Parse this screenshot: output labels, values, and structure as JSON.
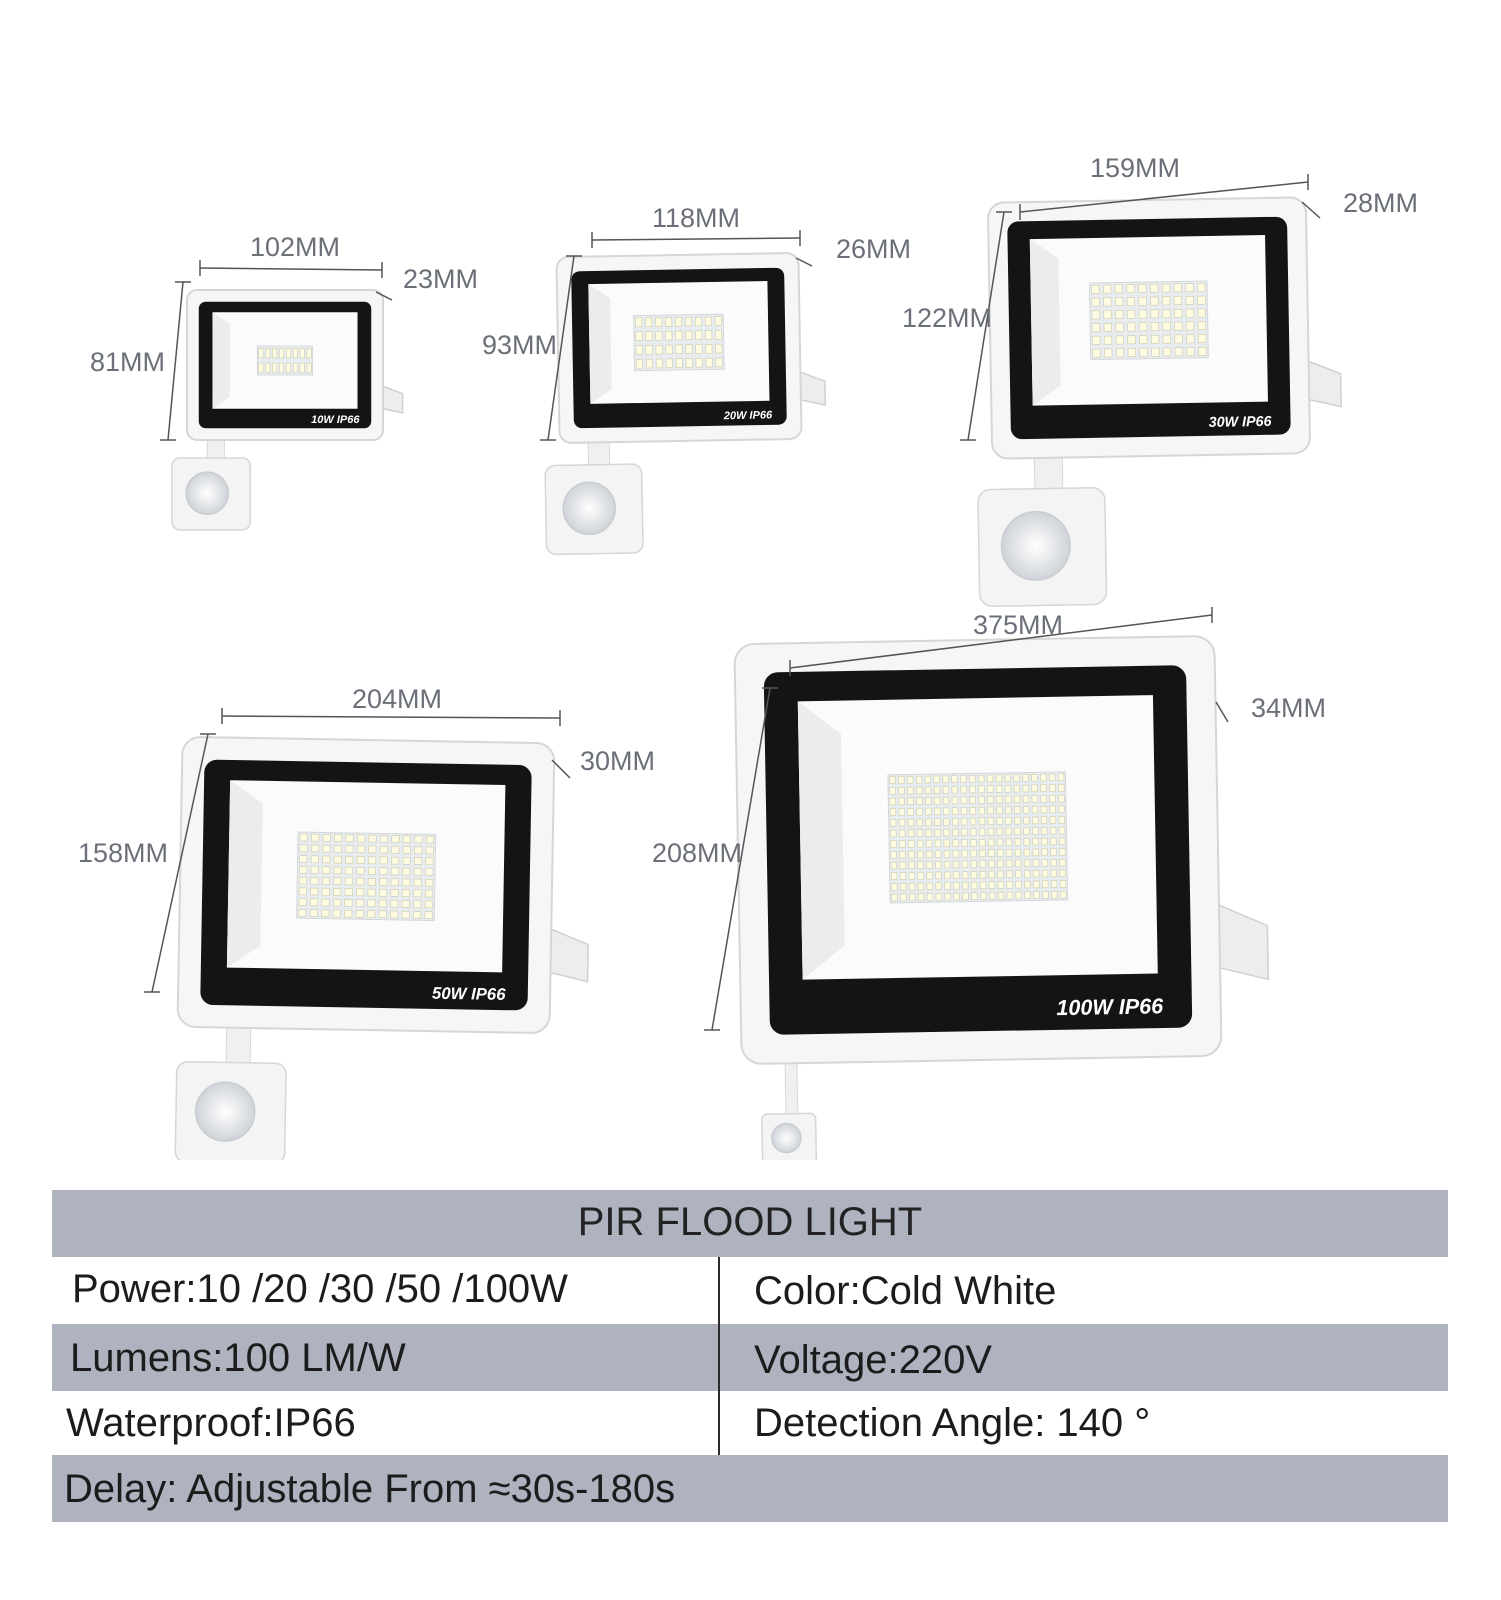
{
  "lights": [
    {
      "wattage_label": "10W  IP66",
      "width": "102MM",
      "height": "81MM",
      "depth": "23MM"
    },
    {
      "wattage_label": "20W  IP66",
      "width": "118MM",
      "height": "93MM",
      "depth": "26MM"
    },
    {
      "wattage_label": "30W  IP66",
      "width": "159MM",
      "height": "122MM",
      "depth": "28MM"
    },
    {
      "wattage_label": "50W  IP66",
      "width": "204MM",
      "height": "158MM",
      "depth": "30MM"
    },
    {
      "wattage_label": "100W  IP66",
      "width": "375MM",
      "height": "208MM",
      "depth": "34MM"
    }
  ],
  "spec": {
    "title": "PIR FLOOD LIGHT",
    "power": "Power:10 /20 /30 /50 /100W",
    "color": "Color:Cold White",
    "lumens": "Lumens:100 LM/W",
    "voltage": "Voltage:220V",
    "waterproof": "Waterproof:IP66",
    "detection": "Detection Angle: 140 °",
    "delay": "Delay: Adjustable From ≈30s-180s"
  },
  "colors": {
    "table_gray": "#aeb3bf",
    "housing": "#f6f6f6",
    "bezel": "#141414",
    "dimension_text": "#6b7078"
  }
}
